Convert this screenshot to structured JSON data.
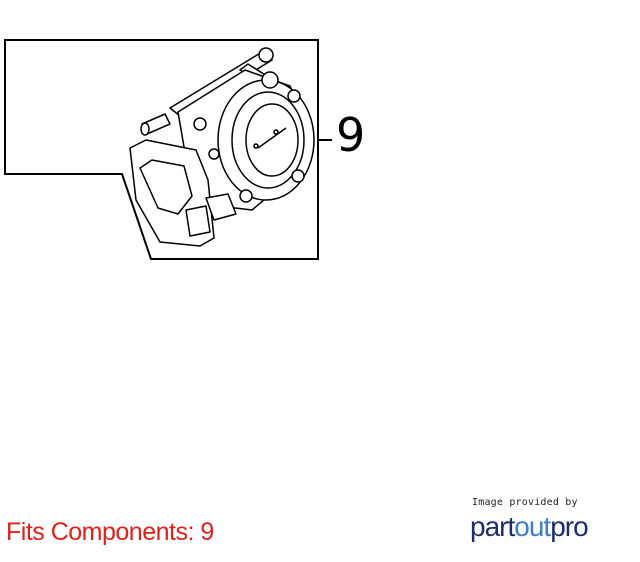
{
  "diagram": {
    "callout_number": "9"
  },
  "footer": {
    "fits_components": "Fits Components: 9",
    "fits_color": "#e0201b"
  },
  "credit": {
    "caption": "Image provided by",
    "logo_part": "part",
    "logo_out": "out",
    "logo_pro": "pro",
    "logo_dark_color": "#1c2d6b",
    "logo_accent_color": "#3d7ec8"
  }
}
